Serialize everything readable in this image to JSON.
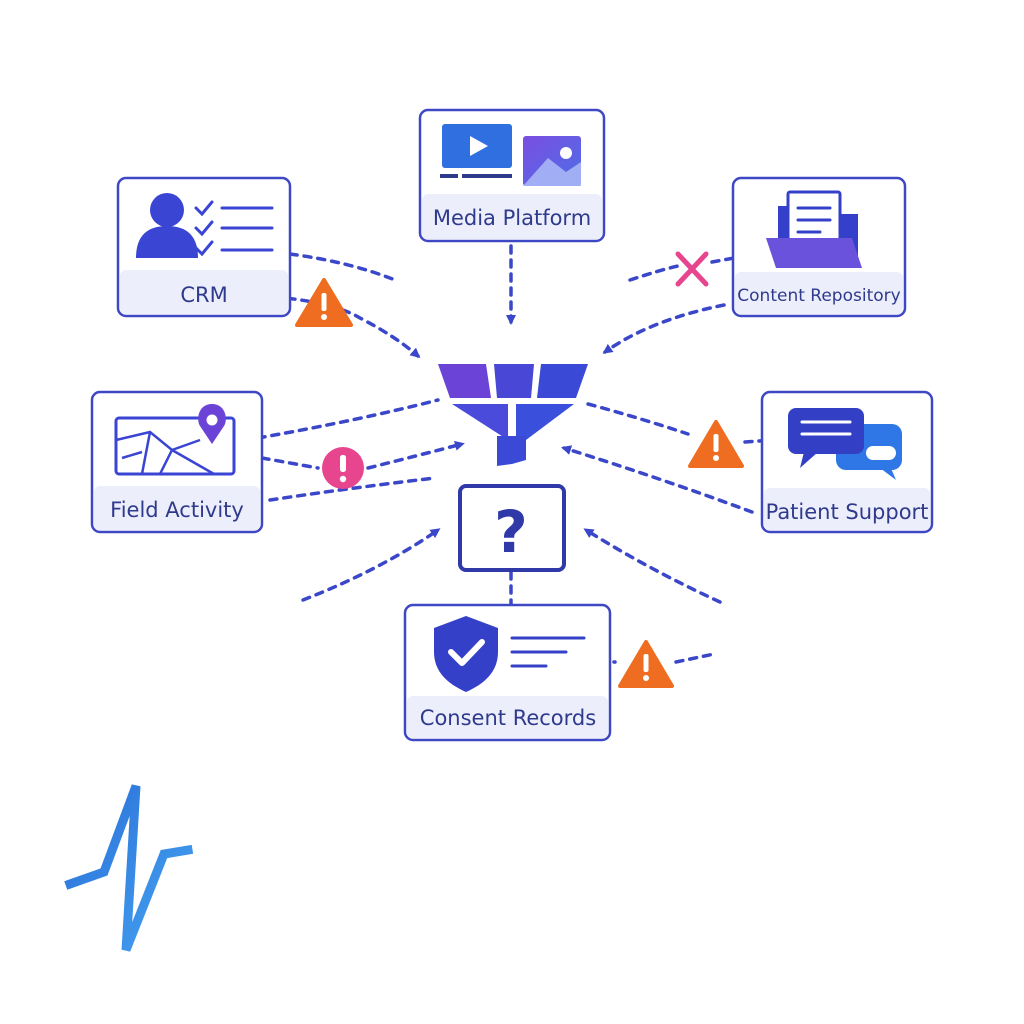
{
  "diagram": {
    "nodes": {
      "media_platform": {
        "label": "Media Platform"
      },
      "crm": {
        "label": "CRM"
      },
      "content_repository": {
        "label": "Content Repository"
      },
      "field_activity": {
        "label": "Field Activity"
      },
      "patient_support": {
        "label": "Patient Support"
      },
      "consent_records": {
        "label": "Consent Records"
      },
      "unknown_output": {
        "label": "?"
      }
    },
    "icons": {
      "media_platform": [
        "video-play-icon",
        "image-icon"
      ],
      "crm": [
        "user-checklist-icon"
      ],
      "content_repository": [
        "document-folder-icon"
      ],
      "field_activity": [
        "map-pin-icon"
      ],
      "patient_support": [
        "chat-bubbles-icon"
      ],
      "consent_records": [
        "shield-check-icon"
      ],
      "hub": "funnel-icon",
      "logo": "pulse-logo-icon"
    },
    "status_markers": [
      {
        "name": "warning-icon",
        "near": "crm"
      },
      {
        "name": "error-x-icon",
        "near": "content_repository"
      },
      {
        "name": "alert-circle-icon",
        "near": "field_activity"
      },
      {
        "name": "warning-icon",
        "near": "patient_support"
      },
      {
        "name": "warning-icon",
        "near": "consent_records"
      }
    ],
    "colors": {
      "box_border": "#3f48c4",
      "box_band": "#edeefb",
      "connector": "#3b47c9",
      "funnel_left": "#6b43d6",
      "funnel_right": "#3b4ad6",
      "warning": "#ee6d21",
      "error": "#e8458f",
      "logo_blue": "#2f8ae6"
    }
  }
}
